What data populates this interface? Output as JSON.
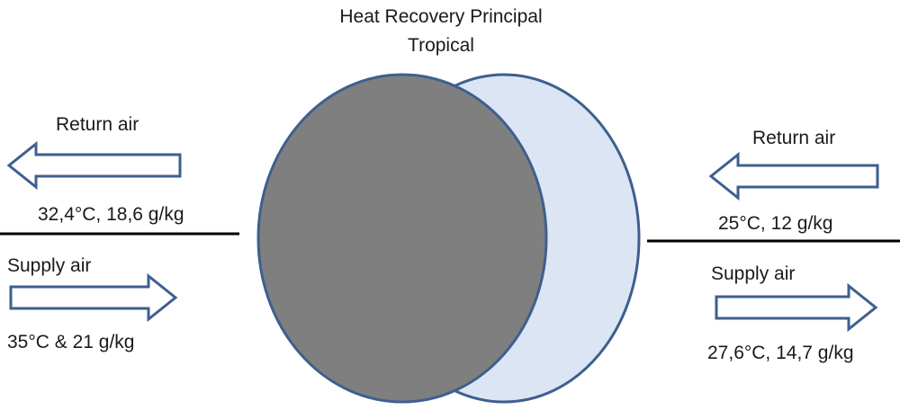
{
  "title": {
    "line1": "Heat Recovery Principal",
    "line2": "Tropical"
  },
  "left": {
    "return_label": "Return air",
    "return_conditions": "32,4°C, 18,6 g/kg",
    "supply_label": "Supply air",
    "supply_conditions": "35°C  & 21 g/kg"
  },
  "right": {
    "return_label": "Return air",
    "return_conditions": "25°C,  12 g/kg",
    "supply_label": "Supply air",
    "supply_conditions": "27,6°C, 14,7 g/kg"
  },
  "colors": {
    "wheel_front": "#7f7f7f",
    "wheel_back": "#dbe5f3",
    "outline": "#3e5f8f",
    "arrow_fill": "#ffffff",
    "divider": "#000000"
  }
}
